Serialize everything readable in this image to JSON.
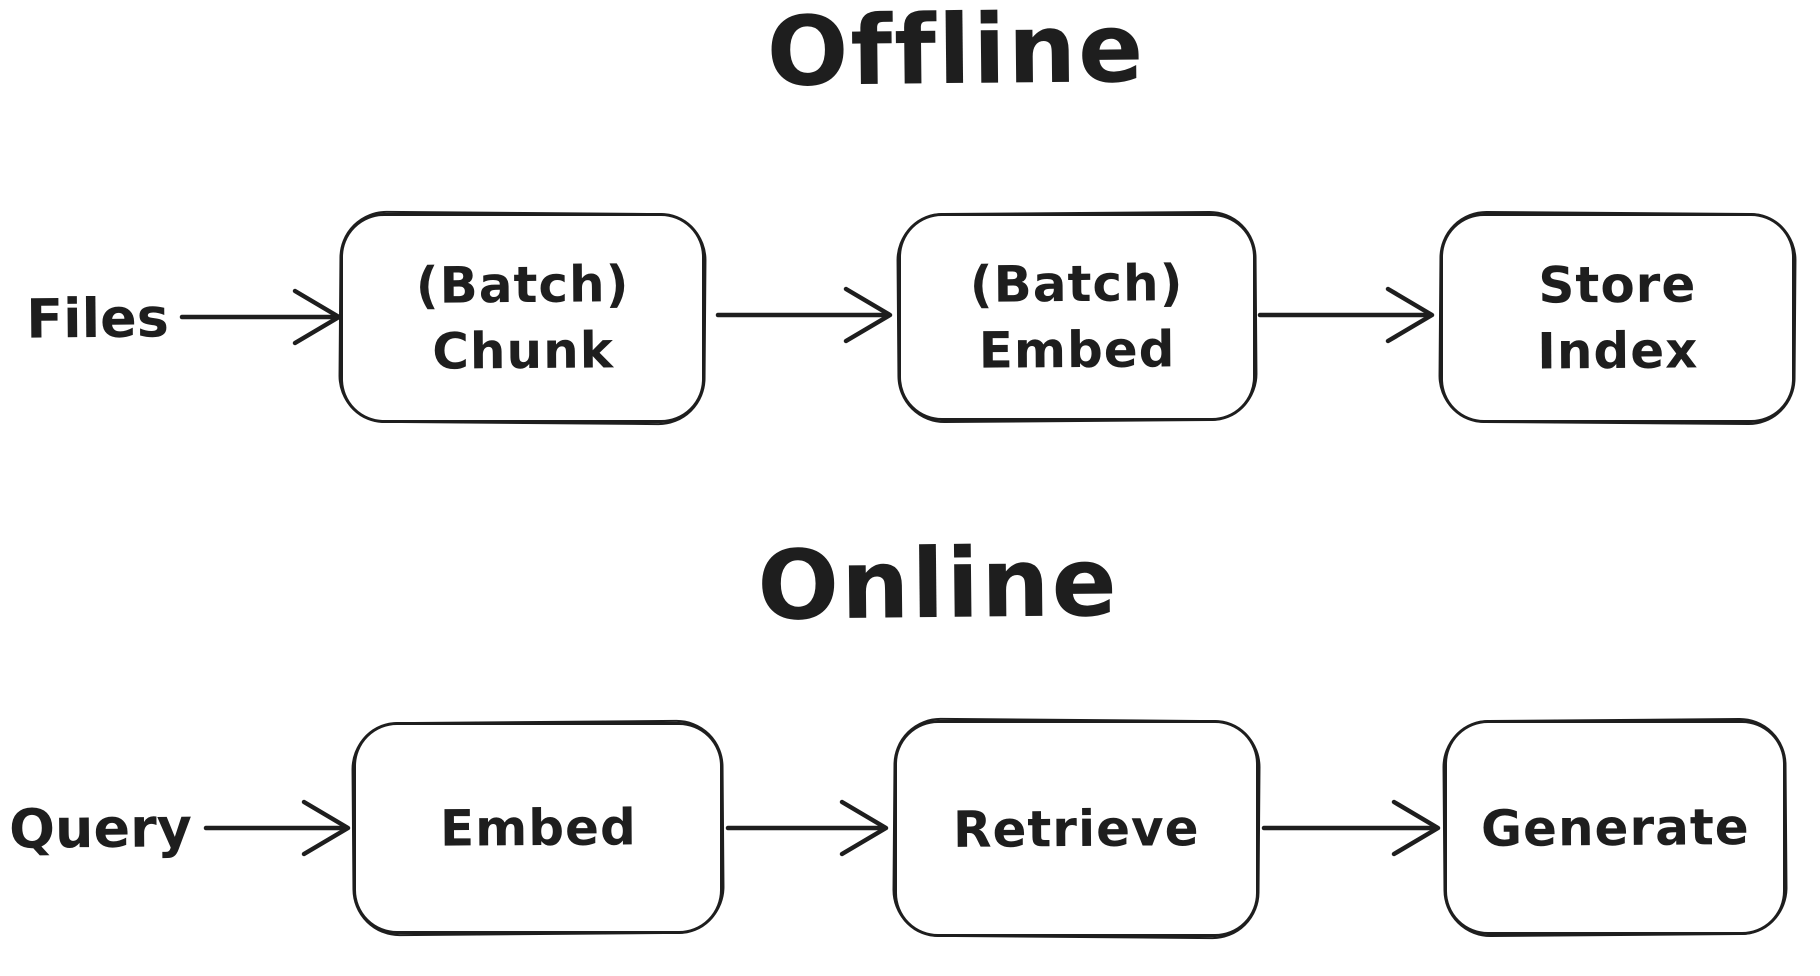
{
  "diagram": {
    "background": "#ffffff",
    "stroke_color": "#1e1e1e",
    "type": "flowchart",
    "style": "hand-drawn"
  },
  "offline": {
    "title": "Offline",
    "source_label": "Files",
    "nodes": [
      {
        "id": "batch-chunk",
        "lines": [
          "(Batch)",
          "Chunk"
        ]
      },
      {
        "id": "batch-embed",
        "lines": [
          "(Batch)",
          "Embed"
        ]
      },
      {
        "id": "store-index",
        "lines": [
          "Store",
          "Index"
        ]
      }
    ],
    "flow": "Files -> (Batch) Chunk -> (Batch) Embed -> Store Index"
  },
  "online": {
    "title": "Online",
    "source_label": "Query",
    "nodes": [
      {
        "id": "embed",
        "lines": [
          "Embed"
        ]
      },
      {
        "id": "retrieve",
        "lines": [
          "Retrieve"
        ]
      },
      {
        "id": "generate",
        "lines": [
          "Generate"
        ]
      }
    ],
    "flow": "Query -> Embed -> Retrieve -> Generate"
  }
}
